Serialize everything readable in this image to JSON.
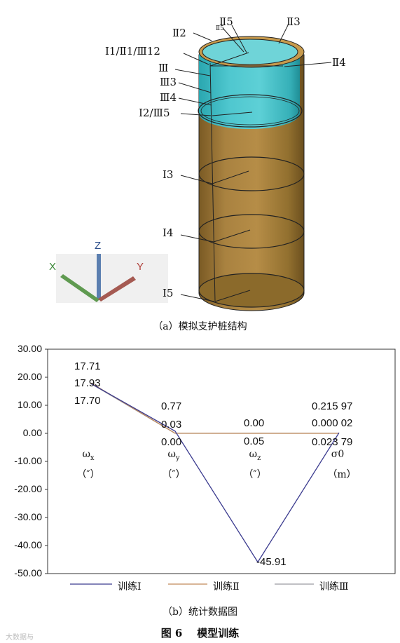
{
  "figure_a": {
    "labels": {
      "II5_top": "Ⅱ5",
      "II5_small": "Ⅱ5",
      "II3": "Ⅱ3",
      "II2": "Ⅱ2",
      "I1_II1_III12": "Ⅰ1/Ⅱ1/Ⅲ12",
      "II4": "Ⅱ4",
      "III": "Ⅲ",
      "III3": "Ⅲ3",
      "III4": "Ⅲ4",
      "I2_III5": "Ⅰ2/Ⅲ5",
      "I3": "Ⅰ3",
      "I4": "Ⅰ4",
      "I5": "Ⅰ5"
    },
    "axes": {
      "x": "X",
      "y": "Y",
      "z": "Z"
    },
    "caption": "（a）模拟支护桩结构"
  },
  "chart_data": {
    "type": "line",
    "categories": [
      "ωx",
      "ωy",
      "ωz",
      "σ0"
    ],
    "category_labels": [
      {
        "name": "ω",
        "sub": "x",
        "unit": "（″）"
      },
      {
        "name": "ω",
        "sub": "y",
        "unit": "（″）"
      },
      {
        "name": "ω",
        "sub": "z",
        "unit": "（″）"
      },
      {
        "name": "σ0",
        "sub": "",
        "unit": "（m）"
      }
    ],
    "series": [
      {
        "name": "训练Ⅰ",
        "values": [
          17.71,
          0.77,
          -45.91,
          0.21597
        ],
        "color": "#3b3b8f"
      },
      {
        "name": "训练Ⅱ",
        "values": [
          17.93,
          0.03,
          0.0,
          2e-05
        ],
        "color": "#c08a5a"
      },
      {
        "name": "训练Ⅲ",
        "values": [
          17.7,
          0.0,
          0.05,
          0.02379
        ],
        "color": "#9a9aa0"
      }
    ],
    "data_labels": {
      "c0": [
        "17.71",
        "17.93",
        "17.70"
      ],
      "c1": [
        "0.77",
        "0.03",
        "0.00"
      ],
      "c2": [
        "0.00",
        "0.05"
      ],
      "c3": [
        "0.215 97",
        "0.000 02",
        "0.023 79"
      ],
      "min": "-45.91"
    },
    "ylim": [
      -50,
      30
    ],
    "yticks": [
      "30.00",
      "20.00",
      "10.00",
      "0.00",
      "-10.00",
      "-20.00",
      "-30.00",
      "-40.00",
      "-50.00"
    ],
    "ytick_values": [
      30,
      20,
      10,
      0,
      -10,
      -20,
      -30,
      -40,
      -50
    ],
    "legend_position": "bottom",
    "caption": "（b）统计数据图"
  },
  "figure_caption": {
    "number": "图 6",
    "title": "模型训练"
  },
  "watermark": "大数据与",
  "colors": {
    "pile_brown": "#a27a3c",
    "pile_cyan": "#49c3cc"
  }
}
